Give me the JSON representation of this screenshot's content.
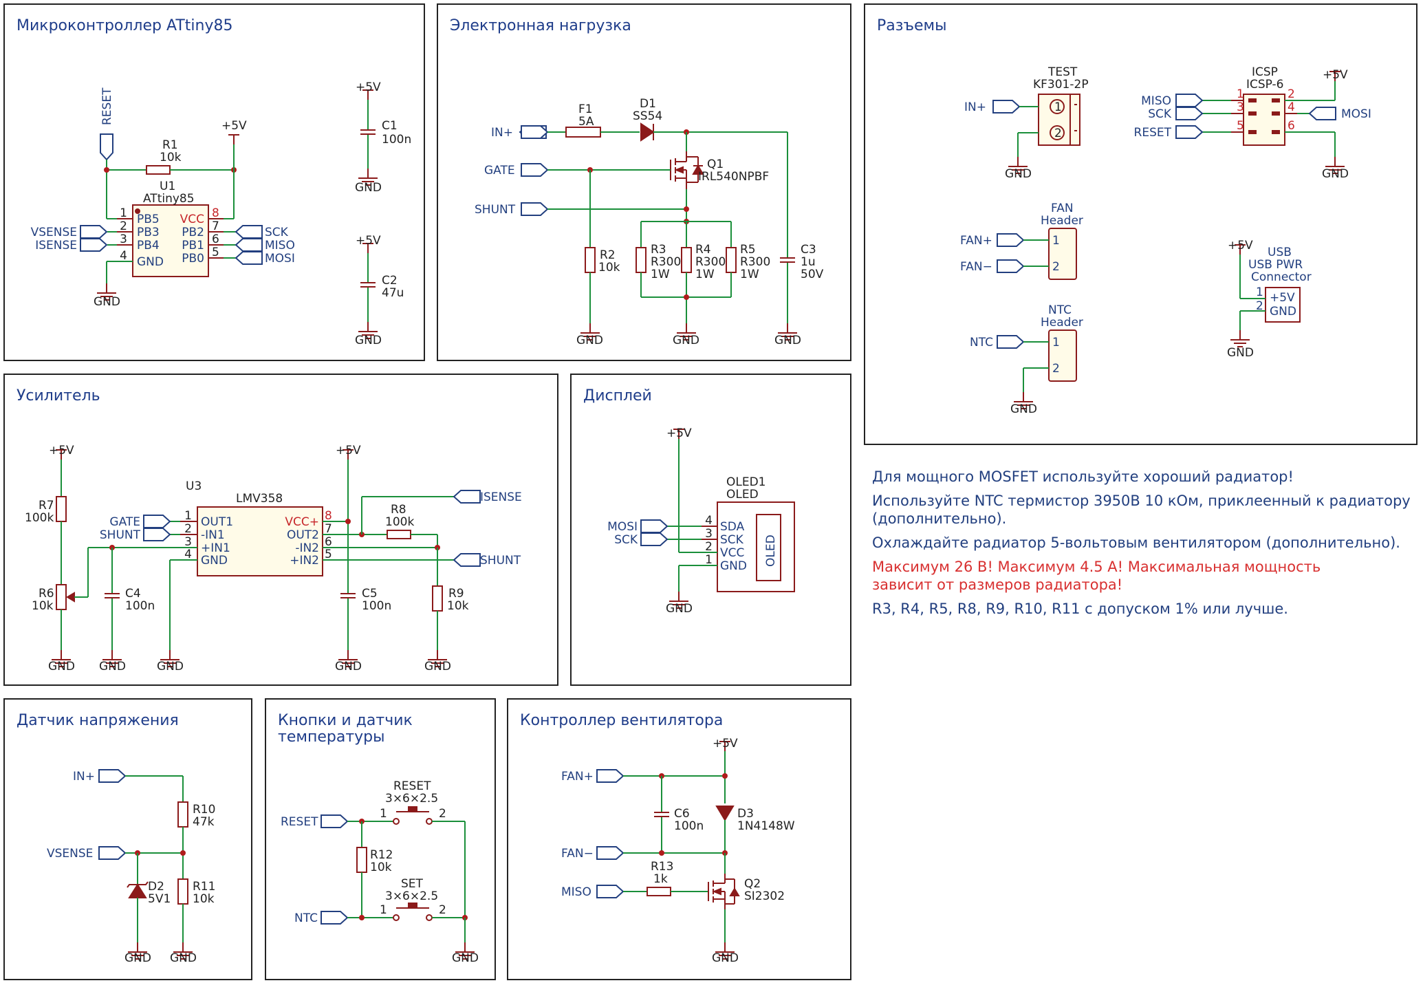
{
  "blocks": {
    "mcu": "Микроконтроллер ATtiny85",
    "load": "Электронная нагрузка",
    "conn": "Разъемы",
    "amp": "Усилитель",
    "disp": "Дисплей",
    "volt": "Датчик напряжения",
    "btn1": "Кнопки и датчик",
    "btn2": "температуры",
    "fan": "Контроллер вентилятора"
  },
  "notes": [
    "Для мощного MOSFET используйте хороший радиатор!",
    "Используйте NTC термистор 3950B 10 кОм, приклеенный к радиатору",
    "(дополнительно).",
    "Охлаждайте радиатор 5-вольтовым вентилятором (дополнительно).",
    "R3, R4, R5, R8, R9, R10, R11 с допуском 1% или лучше."
  ],
  "warnings": [
    "Максимум 26 В! Максимум 4.5 А! Максимальная мощность",
    "зависит от размеров радиатора!"
  ],
  "mcu": {
    "u_ref": "U1",
    "u_val": "ATtiny85",
    "r_ref": "R1",
    "r_val": "10k",
    "reset": "RESET",
    "vcc": "+5V",
    "gnd": "GND",
    "left_pins": [
      {
        "num": "1",
        "name": "PB5",
        "net": ""
      },
      {
        "num": "2",
        "name": "PB3",
        "net": "VSENSE"
      },
      {
        "num": "3",
        "name": "PB4",
        "net": "ISENSE"
      },
      {
        "num": "4",
        "name": "GND",
        "net": ""
      }
    ],
    "right_pins": [
      {
        "num": "8",
        "name": "VCC",
        "net": ""
      },
      {
        "num": "7",
        "name": "PB2",
        "net": "SCK"
      },
      {
        "num": "6",
        "name": "PB1",
        "net": "MISO"
      },
      {
        "num": "5",
        "name": "PB0",
        "net": "MOSI"
      }
    ],
    "c1_ref": "C1",
    "c1_val": "100n",
    "c2_ref": "C2",
    "c2_val": "47u"
  },
  "load": {
    "in": "IN+",
    "gate": "GATE",
    "shunt": "SHUNT",
    "f_ref": "F1",
    "f_val": "5A",
    "d_ref": "D1",
    "d_val": "SS54",
    "q_ref": "Q1",
    "q_val": "IRL540NPBF",
    "r2_ref": "R2",
    "r2_val": "10k",
    "r3_ref": "R3",
    "r4_ref": "R4",
    "r5_ref": "R5",
    "rs_val": "R300",
    "rs_pwr": "1W",
    "c3_ref": "C3",
    "c3_val": "1u",
    "c3_v": "50V",
    "gnd": "GND"
  },
  "conn": {
    "test_ref": "TEST",
    "test_val": "KF301-2P",
    "in": "IN+",
    "icsp_ref": "ICSP",
    "icsp_val": "ICSP-6",
    "icsp_left": [
      {
        "num": "1",
        "net": "MISO"
      },
      {
        "num": "3",
        "net": "SCK"
      },
      {
        "num": "5",
        "net": "RESET"
      }
    ],
    "icsp_right": [
      {
        "num": "2",
        "net": ""
      },
      {
        "num": "4",
        "net": "MOSI"
      },
      {
        "num": "6",
        "net": ""
      }
    ],
    "fan_ref": "FAN",
    "fan_val": "Header",
    "fan_p": "FAN+",
    "fan_n": "FAN−",
    "ntc_ref": "NTC",
    "ntc_val": "Header",
    "ntc": "NTC",
    "usb_ref": "USB",
    "usb_val1": "USB PWR",
    "usb_val2": "Connector",
    "usb_p1": "+5V",
    "usb_p2": "GND",
    "vcc": "+5V",
    "gnd": "GND",
    "n1": "1",
    "n2": "2"
  },
  "amp": {
    "u_ref": "U3",
    "u_val": "LMV358",
    "left_pins": [
      {
        "num": "1",
        "name": "OUT1",
        "net": "GATE"
      },
      {
        "num": "2",
        "name": "-IN1",
        "net": "SHUNT"
      },
      {
        "num": "3",
        "name": "+IN1",
        "net": ""
      },
      {
        "num": "4",
        "name": "GND",
        "net": ""
      }
    ],
    "right_pins": [
      {
        "num": "8",
        "name": "VCC+"
      },
      {
        "num": "7",
        "name": "OUT2"
      },
      {
        "num": "6",
        "name": "-IN2"
      },
      {
        "num": "5",
        "name": "+IN2"
      }
    ],
    "isense": "ISENSE",
    "shunt": "SHUNT",
    "r7_ref": "R7",
    "r7_val": "100k",
    "r6_ref": "R6",
    "r6_val": "10k",
    "c4_ref": "C4",
    "c4_val": "100n",
    "c5_ref": "C5",
    "c5_val": "100n",
    "r8_ref": "R8",
    "r8_val": "100k",
    "r9_ref": "R9",
    "r9_val": "10k",
    "vcc": "+5V",
    "gnd": "GND"
  },
  "disp": {
    "ref": "OLED1",
    "val": "OLED",
    "body": "OLED",
    "pins": [
      {
        "num": "4",
        "name": "SDA",
        "net": "MOSI"
      },
      {
        "num": "3",
        "name": "SCK",
        "net": "SCK"
      },
      {
        "num": "2",
        "name": "VCC",
        "net": ""
      },
      {
        "num": "1",
        "name": "GND",
        "net": ""
      }
    ],
    "vcc": "+5V",
    "gnd": "GND"
  },
  "volt": {
    "in": "IN+",
    "vsense": "VSENSE",
    "r10_ref": "R10",
    "r10_val": "47k",
    "r11_ref": "R11",
    "r11_val": "10k",
    "d2_ref": "D2",
    "d2_val": "5V1",
    "gnd": "GND"
  },
  "btn": {
    "reset": "RESET",
    "ntc": "NTC",
    "sw1_ref": "RESET",
    "sw1_val": "3×6×2.5",
    "sw2_ref": "SET",
    "sw2_val": "3×6×2.5",
    "r12_ref": "R12",
    "r12_val": "10k",
    "p1": "1",
    "p2": "2",
    "gnd": "GND"
  },
  "fan": {
    "fan_p": "FAN+",
    "fan_n": "FAN−",
    "miso": "MISO",
    "c6_ref": "C6",
    "c6_val": "100n",
    "d3_ref": "D3",
    "d3_val": "1N4148W",
    "r13_ref": "R13",
    "r13_val": "1k",
    "q2_ref": "Q2",
    "q2_val": "SI2302",
    "vcc": "+5V",
    "gnd": "GND"
  }
}
